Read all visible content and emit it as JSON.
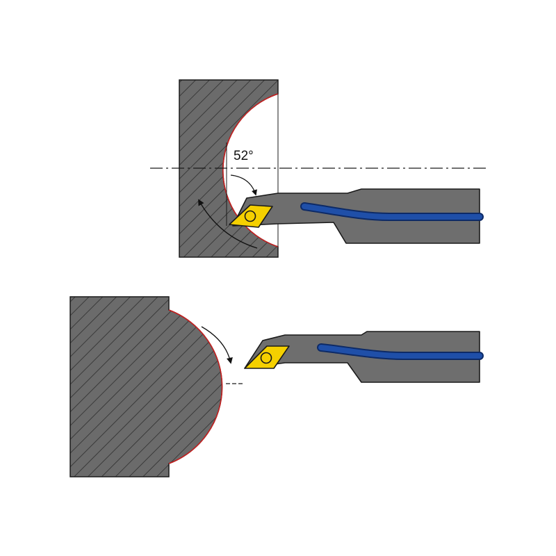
{
  "angle_label": "52°",
  "colors": {
    "workpiece": "#6b6b6b",
    "hatch": "#3a3a3a",
    "holder": "#6e6e6e",
    "coolant_channel": "#1f4fa8",
    "coolant_edge": "#0d2a66",
    "insert": "#f5d000",
    "machined_edge": "#cc1f1f",
    "outline": "#1a1a1a"
  },
  "icons": [
    "boring-bar-holder",
    "diamond-insert",
    "coolant-channel",
    "rotation-arrow",
    "centerline"
  ]
}
